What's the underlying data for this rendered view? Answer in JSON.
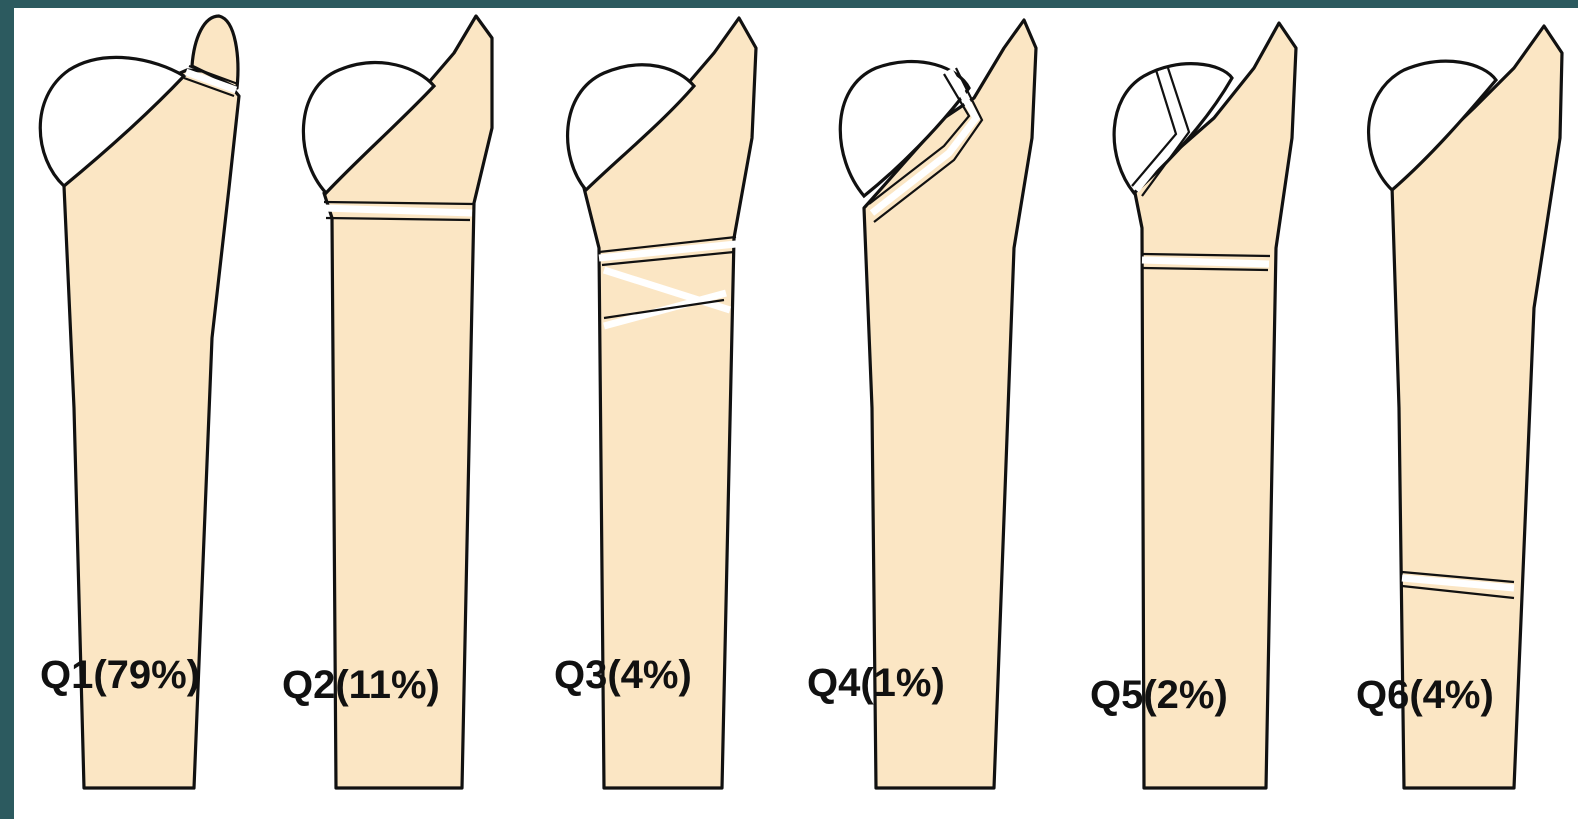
{
  "figure": {
    "panels": [
      {
        "id": "Q1",
        "label": "Q1(79%)",
        "percent": 79
      },
      {
        "id": "Q2",
        "label": "Q2(11%)",
        "percent": 11
      },
      {
        "id": "Q3",
        "label": "Q3(4%)",
        "percent": 4
      },
      {
        "id": "Q4",
        "label": "Q4(1%)",
        "percent": 1
      },
      {
        "id": "Q5",
        "label": "Q5(2%)",
        "percent": 2
      },
      {
        "id": "Q6",
        "label": "Q6(4%)",
        "percent": 4
      }
    ],
    "colors": {
      "bone": "#fbe6c4",
      "outline": "#111111",
      "frame": "#2c5a5f",
      "background": "#ffffff"
    }
  }
}
